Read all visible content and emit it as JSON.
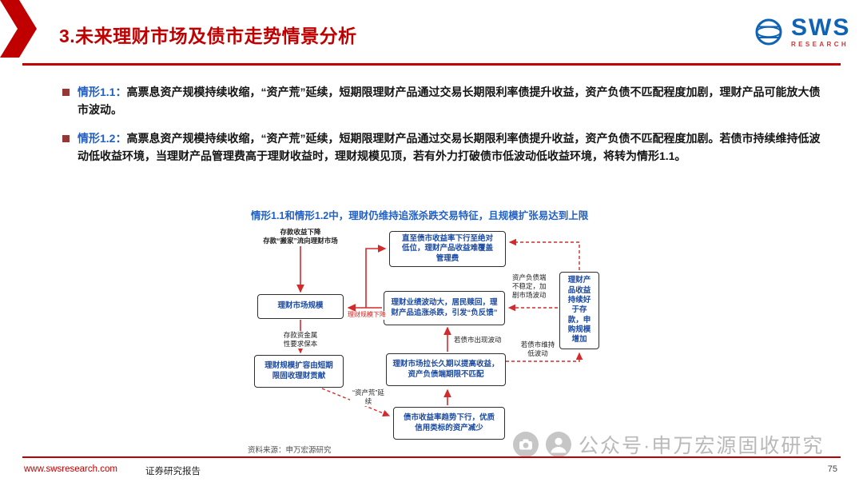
{
  "header": {
    "title": "3.未来理财市场及债市走势情景分析",
    "logo_brand": "SWS",
    "logo_sub": "RESEARCH"
  },
  "bullets": [
    {
      "label": "情形1.1：",
      "text": "高票息资产规模持续收缩，“资产荒”延续，短期限理财产品通过交易长期限利率债提升收益，资产负债不匹配程度加剧，理财产品可能放大债市波动。"
    },
    {
      "label": "情形1.2：",
      "text": "高票息资产规模持续收缩，“资产荒”延续，短期限理财产品通过交易长期限利率债提升收益，资产负债不匹配程度加剧。若债市持续维持低波动低收益环境，当理财产品管理费高于理财收益时，理财规模见顶，若有外力打破债市低波动低收益环境，将转为情形1.1。"
    }
  ],
  "diagram": {
    "title": "情形1.1和情形1.2中，理财仍维持追涨杀跌交易特征，且规模扩张易达到上限",
    "boxes": {
      "yield_low": "直至债市收益率下行至绝对低位，理财产品收益难覆盖管理费",
      "subscription_up": "理财产品收益持续好于存款，申购规模增加",
      "market_scale": "理财市场规模",
      "negative_feedback": "理财业绩波动大，居民赎回，理财产品追涨杀跌，引发“负反馈”",
      "short_term_growth": "理财规模扩容由短期限固收理财贡献",
      "duration_mismatch": "理财市场拉长久期以提高收益，资产负债端期限不匹配",
      "yield_down": "债市收益率趋势下行，优质信用类标的资产减少"
    },
    "labels": {
      "deposit_move": "存款收益下降\n存款“搬家”流向理财市场",
      "deposit_attr": "存款资金属性要求保本",
      "liability_unstable": "资产负债端不稳定，加剧市场波动",
      "bond_volatility": "若债市出现波动",
      "bond_low_vol": "若债市维持低波动",
      "asset_shortage": "“资产荒”延续",
      "scale_down": "理财规模下降"
    }
  },
  "source": "资料来源：申万宏源研究",
  "watermark": "公众号·申万宏源固收研究",
  "footer": {
    "site": "www.swsresearch.com",
    "report_label": "证券研究报告",
    "page": "75"
  }
}
